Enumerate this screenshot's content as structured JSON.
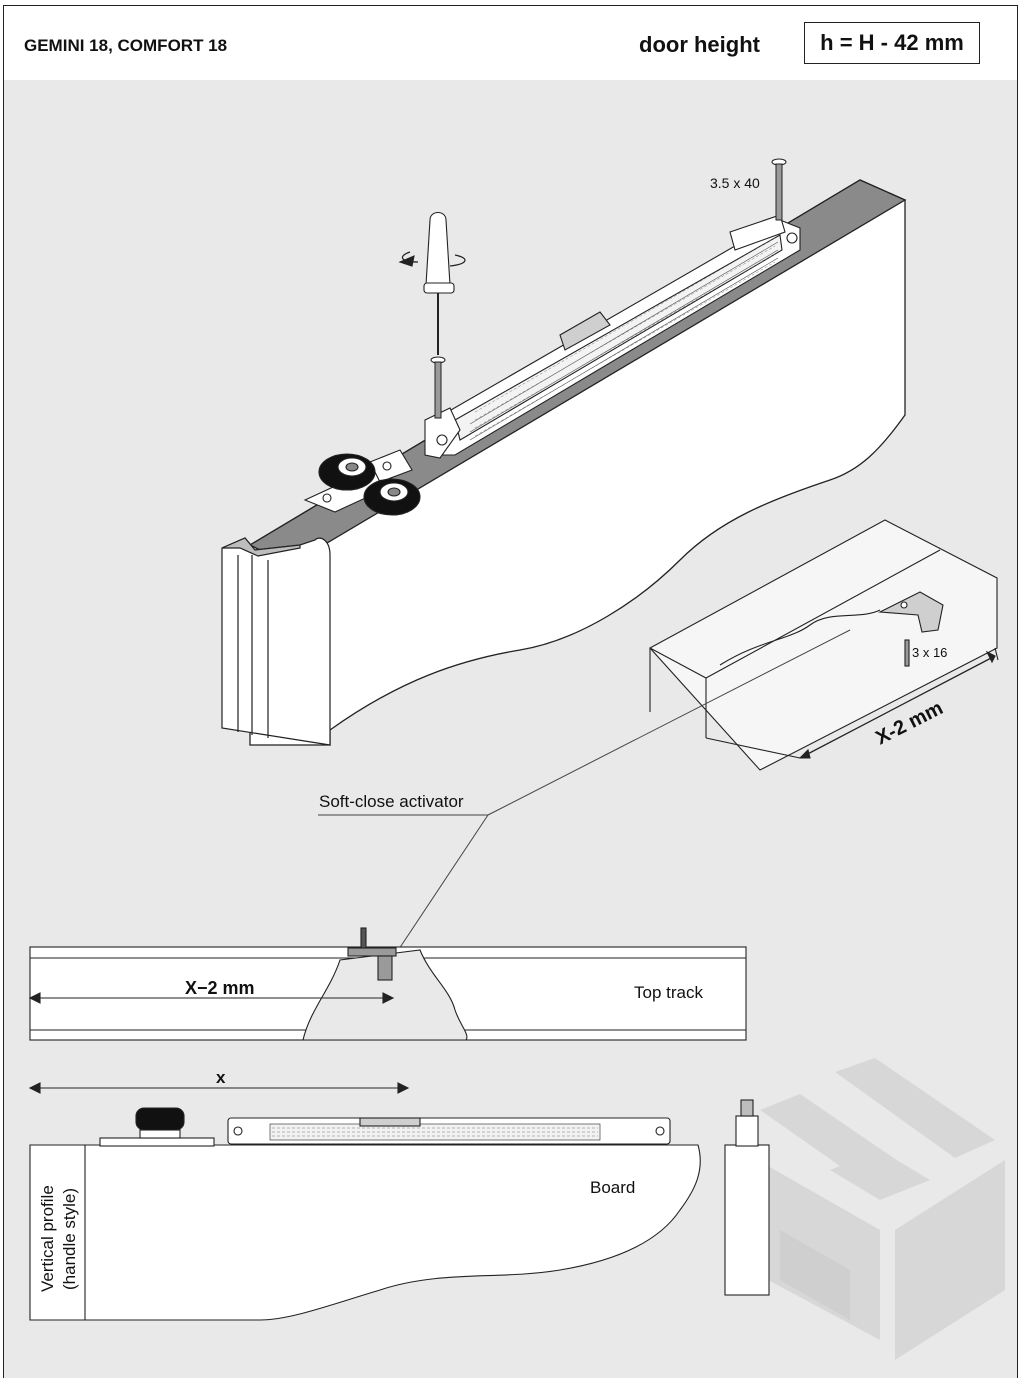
{
  "header": {
    "product": "GEMINI 18, COMFORT 18",
    "door_height_label": "door height",
    "formula": "h = H - 42 mm"
  },
  "labels": {
    "screw_top": "3.5 x 40",
    "screw_small": "3 x 16",
    "dim_offset": "X-2 mm",
    "soft_close": "Soft-close activator",
    "dim_offset_bottom": "X−2 mm",
    "top_track": "Top track",
    "dim_x": "x",
    "board": "Board",
    "vertical_profile": "Vertical profile",
    "handle_style": "(handle style)"
  },
  "colors": {
    "background": "#e9e9e9",
    "line": "#222222",
    "part_fill": "#ffffff",
    "roller": "#111111",
    "watermark": "#d6d6d6"
  }
}
